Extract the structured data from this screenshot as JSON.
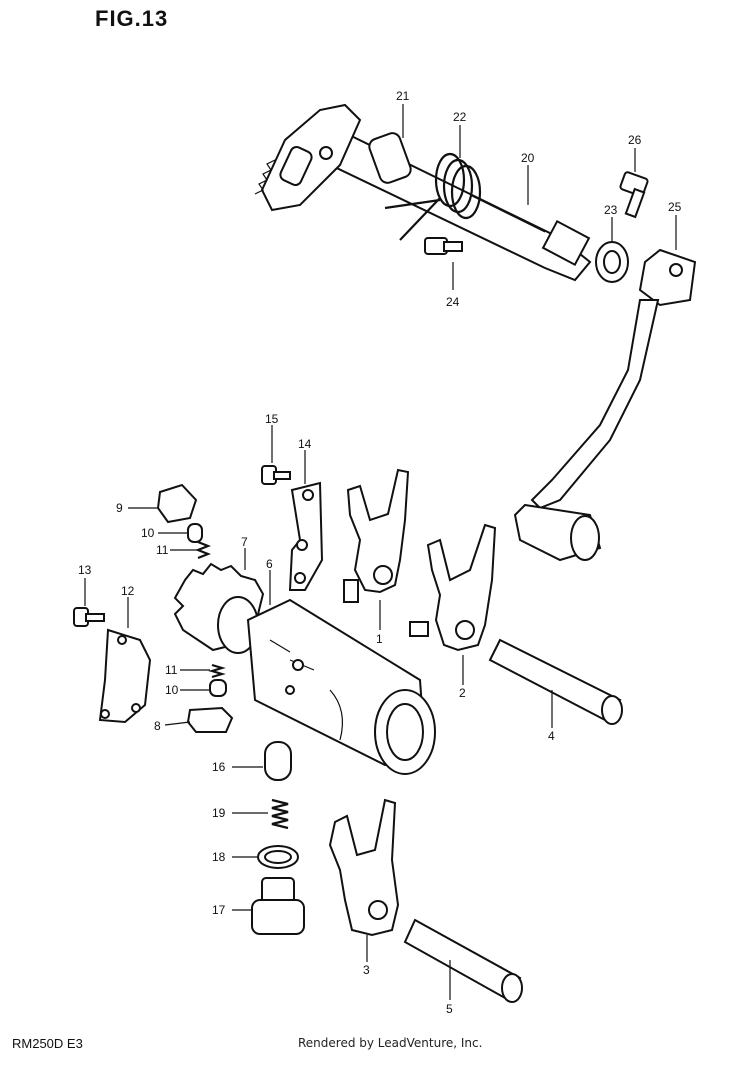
{
  "figure": {
    "title": "FIG.13",
    "model_code": "RM250D  E3",
    "credit": "Rendered by LeadVenture, Inc."
  },
  "callouts": [
    "1",
    "2",
    "3",
    "4",
    "5",
    "6",
    "7",
    "8",
    "9",
    "10",
    "10",
    "11",
    "11",
    "12",
    "13",
    "14",
    "15",
    "16",
    "17",
    "18",
    "19",
    "20",
    "21",
    "22",
    "23",
    "24",
    "25",
    "26"
  ]
}
